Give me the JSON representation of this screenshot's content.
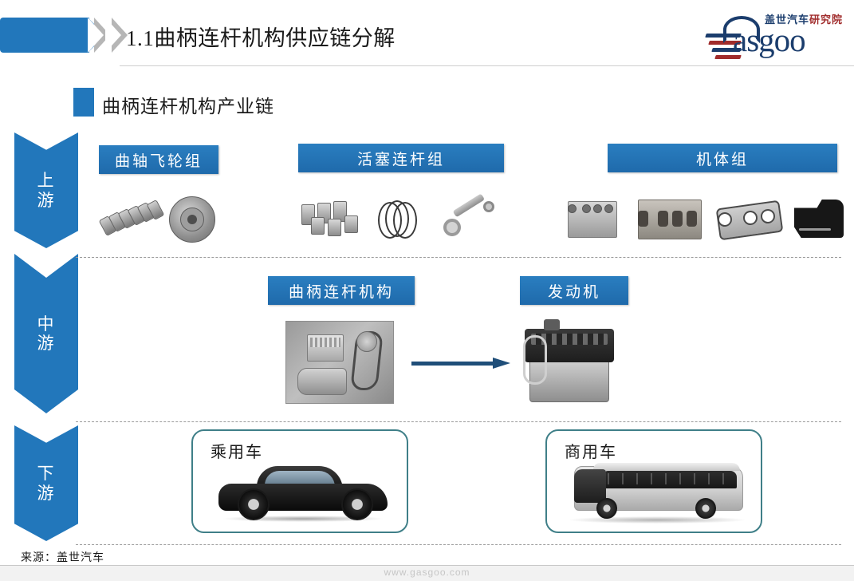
{
  "header": {
    "title": "1.1曲柄连杆机构供应链分解",
    "logo": {
      "cn_blue": "盖世汽车",
      "cn_red": "研究院",
      "wordmark": "asgoo"
    }
  },
  "section": {
    "title": "曲柄连杆机构产业链"
  },
  "stages": [
    {
      "label_line1": "上",
      "label_line2": "游"
    },
    {
      "label_line1": "中",
      "label_line2": "游"
    },
    {
      "label_line1": "下",
      "label_line2": "游"
    }
  ],
  "upstream": {
    "groups": [
      {
        "label": "曲轴飞轮组",
        "parts": [
          "crankshaft",
          "flywheel"
        ]
      },
      {
        "label": "活塞连杆组",
        "parts": [
          "pistons",
          "piston-rings",
          "connecting-rod"
        ]
      },
      {
        "label": "机体组",
        "parts": [
          "engine-block",
          "cylinder-head",
          "head-gasket",
          "oil-pan"
        ]
      }
    ]
  },
  "midstream": {
    "groups": [
      {
        "label": "曲柄连杆机构",
        "part": "crank-connecting-rod-mechanism-photo"
      },
      {
        "label": "发动机",
        "part": "engine-photo"
      }
    ],
    "arrow": "right-arrow"
  },
  "downstream": {
    "boxes": [
      {
        "label": "乘用车",
        "image": "passenger-car-photo"
      },
      {
        "label": "商用车",
        "image": "commercial-bus-photo"
      }
    ]
  },
  "footer": {
    "source": "来源：盖世汽车",
    "watermark": "www.gasgoo.com"
  },
  "colors": {
    "primary_blue": "#2277bb",
    "group_blue": "#1f6aab",
    "logo_navy": "#1b3d6d",
    "logo_red": "#a02b2b",
    "box_teal": "#3f7f88",
    "arrow_navy": "#1f4e79"
  }
}
